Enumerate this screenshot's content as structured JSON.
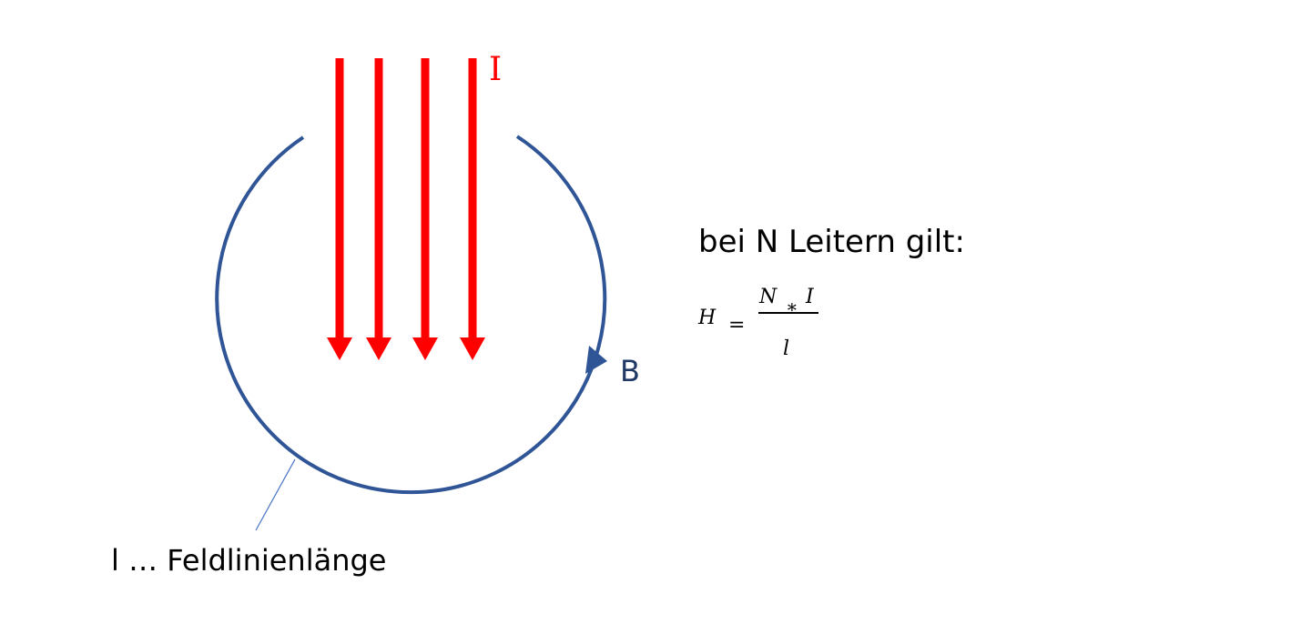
{
  "labels": {
    "current": "I",
    "field": "B",
    "length_note": "l … Feldlinienlänge",
    "rule": "bei N Leitern gilt:"
  },
  "formula": {
    "lhs": "H",
    "equals": "=",
    "numerator_n": "N",
    "times": "∗",
    "numerator_i": "I",
    "denominator": "l"
  },
  "colors": {
    "current": "#ff0000",
    "field_line": "#2f5597",
    "field_label": "#1f3864",
    "text": "#000000"
  },
  "conductor_count": 4
}
